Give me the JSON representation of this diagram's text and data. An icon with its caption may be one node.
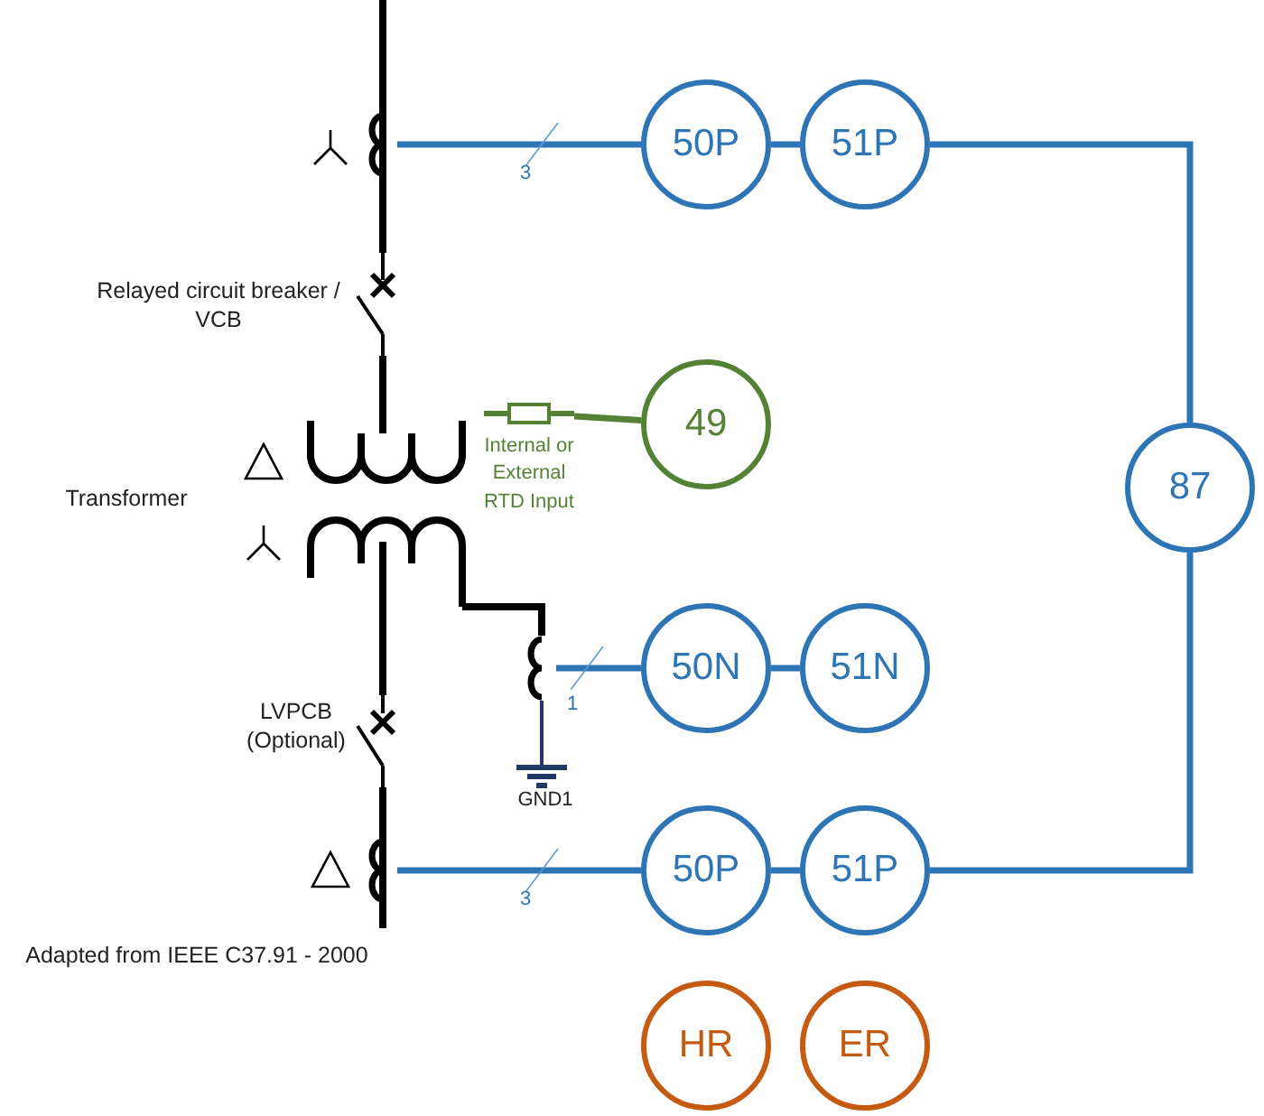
{
  "diagram": {
    "nodes": [
      {
        "text": [
          "50P"
        ]
      },
      {
        "text": [
          "51P"
        ]
      },
      {
        "text": [
          "87"
        ]
      },
      {
        "text": [
          "49"
        ]
      },
      {
        "text": [
          "50N"
        ]
      },
      {
        "text": [
          "51N"
        ]
      },
      {
        "text": [
          "50P"
        ]
      },
      {
        "text": [
          "51P"
        ]
      },
      {
        "text": [
          "HR"
        ]
      },
      {
        "text": [
          "ER"
        ]
      },
      {
        "text": [],
        "shape": "picture"
      },
      {
        "text": [],
        "shape": "picture"
      },
      {
        "text": [],
        "shape": "picture"
      },
      {
        "text": [],
        "shape": "picture",
        "beside": [
          "Internal or External RTD Input"
        ]
      }
    ],
    "edges": [
      {
        "from": 10,
        "to": 0,
        "arrow": "none",
        "label": "3"
      },
      {
        "from": 0,
        "to": 1,
        "arrow": "none"
      },
      {
        "from": 1,
        "to": 2,
        "arrow": "none"
      },
      {
        "from": 13,
        "to": 3,
        "arrow": "none",
        "color": "#548235"
      },
      {
        "from": 11,
        "to": 4,
        "arrow": "none",
        "label": "1"
      },
      {
        "from": 4,
        "to": 5,
        "arrow": "none"
      },
      {
        "from": 12,
        "to": 6,
        "arrow": "none",
        "label": "3"
      },
      {
        "from": 6,
        "to": 7,
        "arrow": "none"
      },
      {
        "from": 7,
        "to": 2,
        "arrow": "none"
      }
    ],
    "labels": [
      "Relayed circuit breaker / VCB",
      "Transformer",
      "LVPCB (Optional)",
      "GND1",
      "Adapted from IEEE C37.91 - 2000"
    ]
  }
}
